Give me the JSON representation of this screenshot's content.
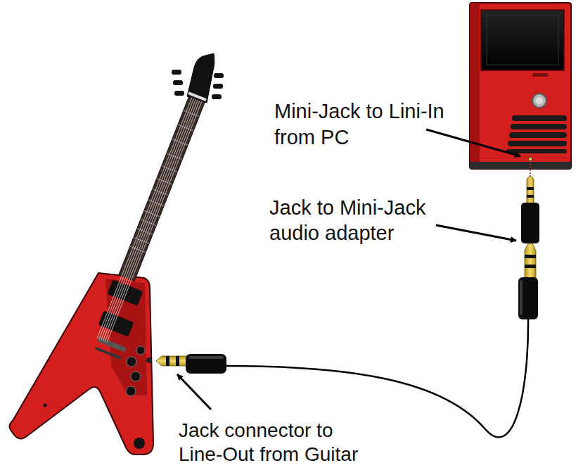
{
  "diagram": {
    "labels": [
      "Mini-Jack to Lini-In from PC",
      "Jack to Mini-Jack audio adapter",
      "Jack connector to Line-Out from Guitar"
    ]
  }
}
